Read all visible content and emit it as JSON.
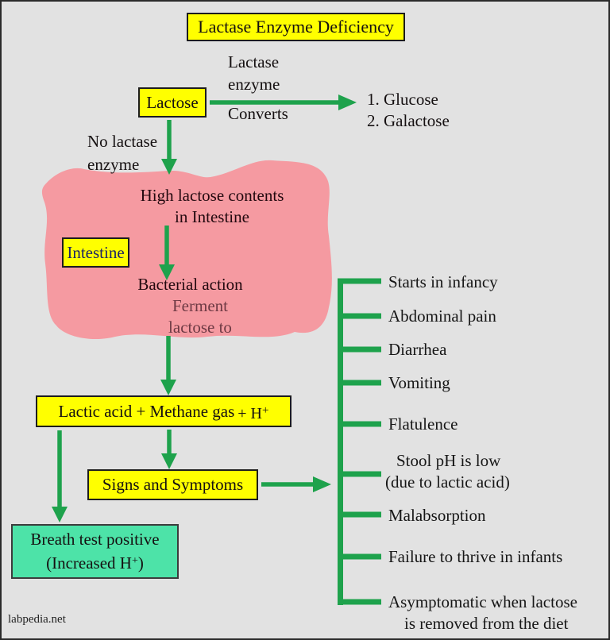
{
  "title": "Lactase Enzyme Deficiency",
  "watermark": "labpedia.net",
  "colors": {
    "background": "#e2e2e2",
    "box_yellow": "#ffff00",
    "arrow_green": "#1ea24c",
    "intestine_pink": "#f59aa1",
    "result_teal": "#4de3a8",
    "text_black": "#151011",
    "text_maroon": "#6e3a44"
  },
  "flow": {
    "lactose_label": "Lactose",
    "lactase_enzyme_line1": "Lactase",
    "lactase_enzyme_line2": "enzyme",
    "converts_label": "Converts",
    "products": [
      "1. Glucose",
      "2. Galactose"
    ],
    "no_lactase_line1": "No lactase",
    "no_lactase_line2": "enzyme",
    "high_lactose_line1": "High lactose contents",
    "high_lactose_line2": "in  Intestine",
    "intestine_label": "Intestine",
    "bacterial_action": "Bacterial action",
    "ferment_line1": "Ferment",
    "ferment_line2": "lactose to",
    "lactic_box": {
      "main": "Lactic acid + Methane gas",
      "h_term": "+ H",
      "h_sup": "+"
    },
    "signs_label": "Signs and Symptoms",
    "breath_box": {
      "line1": "Breath test positive",
      "line2_pre": "(Increased H",
      "sup": "+",
      "line2_post": ")"
    }
  },
  "symptoms": [
    {
      "line1": "Starts in infancy"
    },
    {
      "line1": "Abdominal pain"
    },
    {
      "line1": "Diarrhea"
    },
    {
      "line1": "Vomiting"
    },
    {
      "line1": "Flatulence"
    },
    {
      "line1": "Stool pH is low",
      "line2": "(due to lactic acid)"
    },
    {
      "line1": "Malabsorption"
    },
    {
      "line1": "Failure to thrive in infants"
    },
    {
      "line1": "Asymptomatic when lactose",
      "line2": "is removed from the diet"
    }
  ]
}
